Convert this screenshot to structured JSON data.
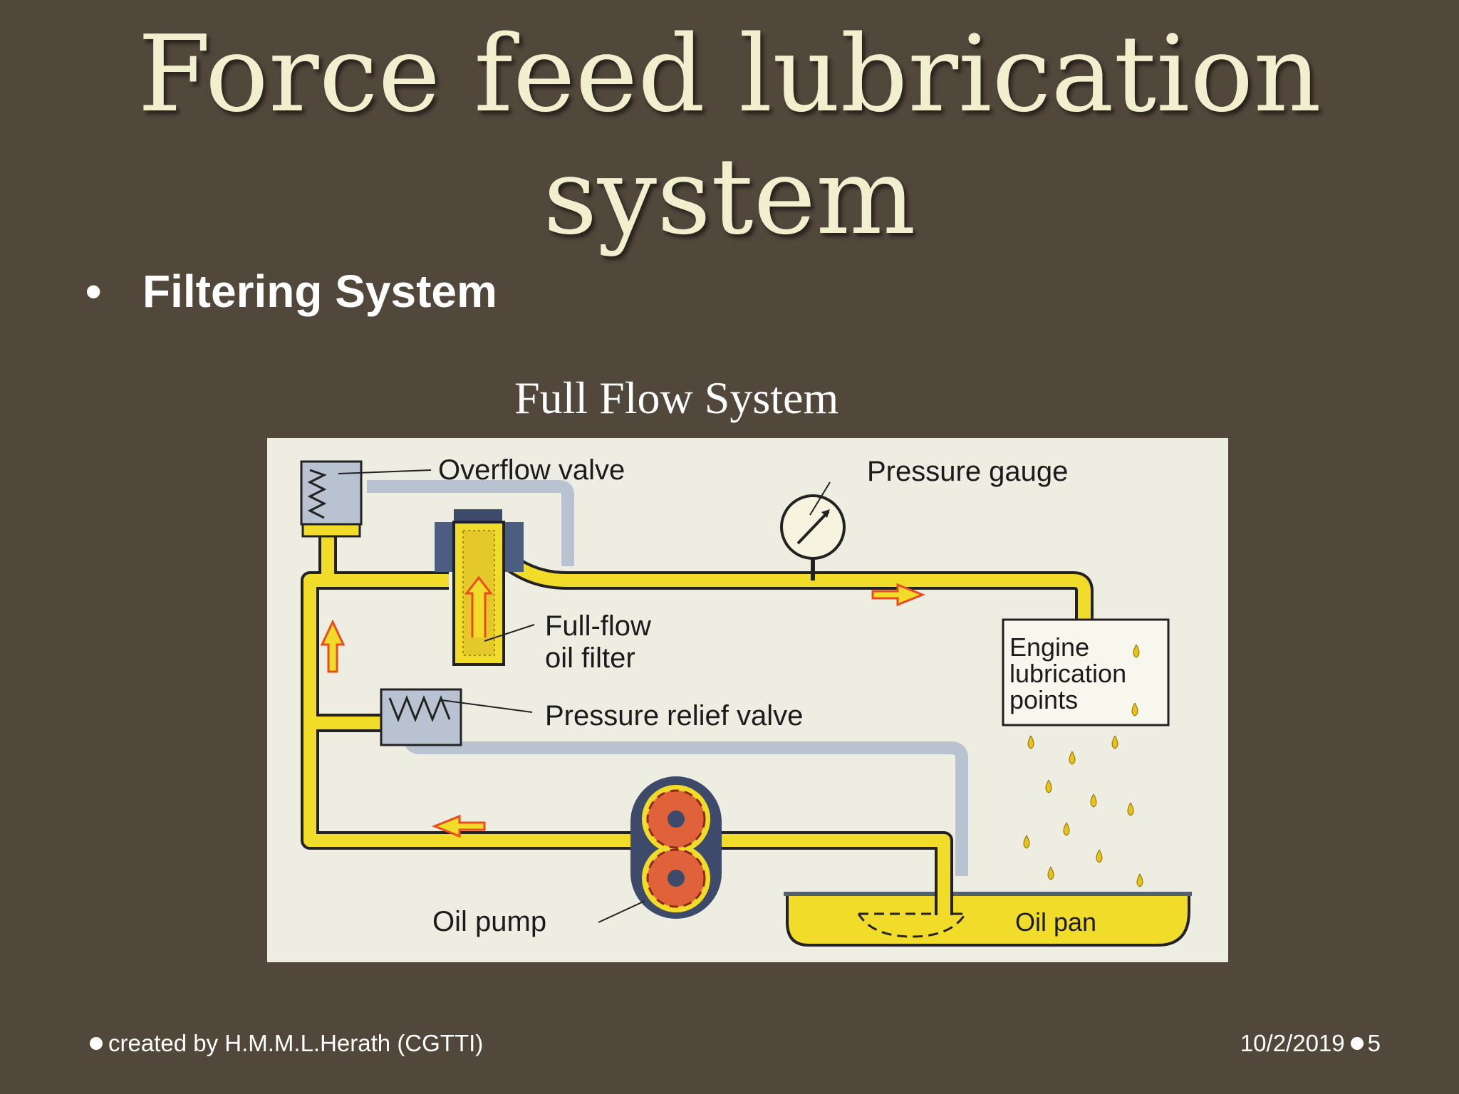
{
  "slide": {
    "title_line1": "Force feed lubrication",
    "title_line2": "system",
    "bullet": "Filtering System",
    "subtitle": "Full Flow System"
  },
  "diagram": {
    "labels": {
      "overflow_valve": "Overflow valve",
      "pressure_gauge": "Pressure gauge",
      "full_flow_line1": "Full-flow",
      "full_flow_line2": "oil filter",
      "engine_line1": "Engine",
      "engine_line2": "lubrication",
      "engine_line3": "points",
      "pressure_relief_valve": "Pressure relief valve",
      "oil_pump": "Oil pump",
      "oil_pan": "Oil pan"
    },
    "colors": {
      "oil": "#f2dc2a",
      "return_pipe": "#b9c2d0",
      "arrow": "#ec4a1f",
      "gear": "#e0623a"
    }
  },
  "footer": {
    "author": "created by H.M.M.L.Herath (CGTTI)",
    "date": "10/2/2019",
    "page": "5"
  }
}
